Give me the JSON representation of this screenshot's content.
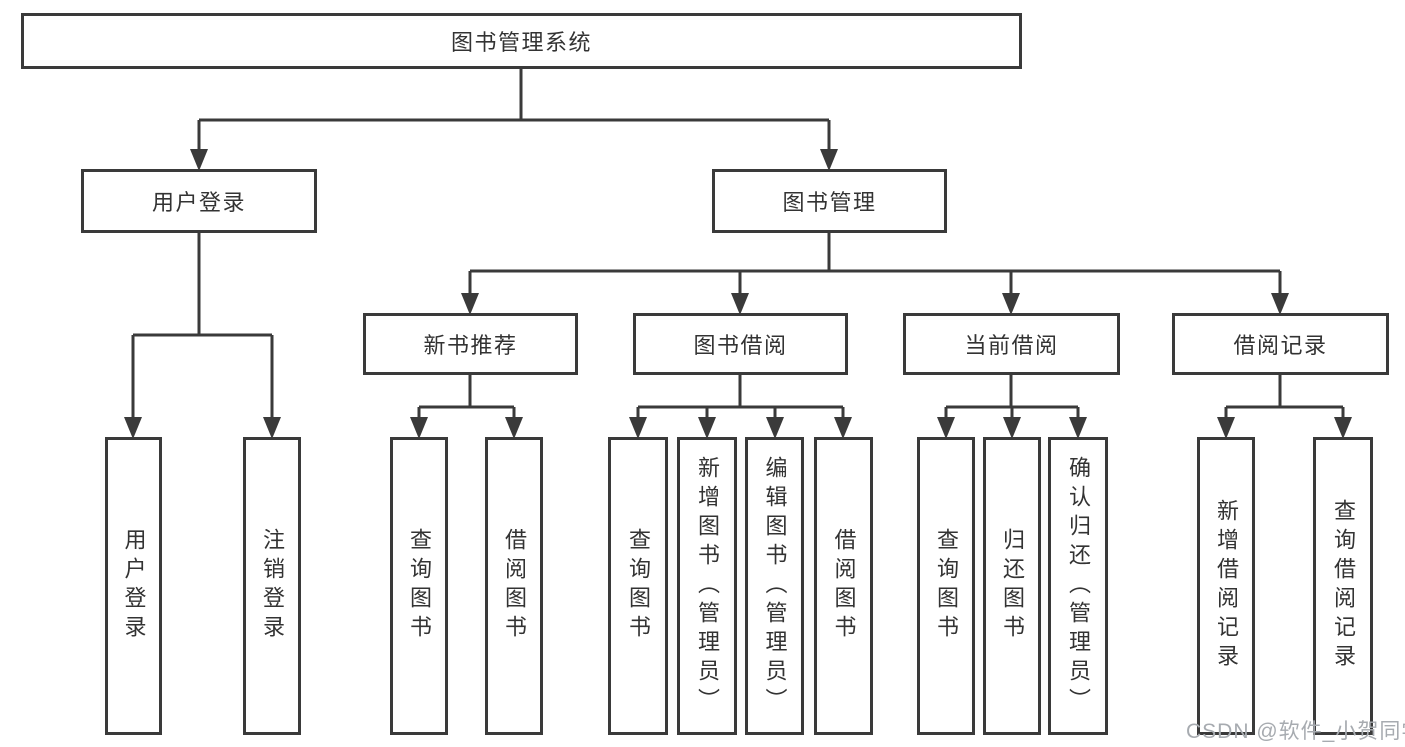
{
  "colors": {
    "line": "#3a3a3a",
    "text": "#333333",
    "background": "#ffffff",
    "watermark": "#a7abb0"
  },
  "diagram": {
    "type": "hierarchy-tree",
    "root": {
      "label": "图书管理系统"
    },
    "level2": [
      {
        "label": "用户登录"
      },
      {
        "label": "图书管理"
      }
    ],
    "level3": [
      {
        "label": "新书推荐",
        "parent": "图书管理"
      },
      {
        "label": "图书借阅",
        "parent": "图书管理"
      },
      {
        "label": "当前借阅",
        "parent": "图书管理"
      },
      {
        "label": "借阅记录",
        "parent": "图书管理"
      }
    ],
    "leaves": [
      {
        "label": "用户登录",
        "parent": "用户登录"
      },
      {
        "label": "注销登录",
        "parent": "用户登录"
      },
      {
        "label": "查询图书",
        "parent": "新书推荐"
      },
      {
        "label": "借阅图书",
        "parent": "新书推荐"
      },
      {
        "label": "查询图书",
        "parent": "图书借阅"
      },
      {
        "label": "新增图书（管理员）",
        "parent": "图书借阅"
      },
      {
        "label": "编辑图书（管理员）",
        "parent": "图书借阅"
      },
      {
        "label": "借阅图书",
        "parent": "图书借阅"
      },
      {
        "label": "查询图书",
        "parent": "当前借阅"
      },
      {
        "label": "归还图书",
        "parent": "当前借阅"
      },
      {
        "label": "确认归还（管理员）",
        "parent": "当前借阅"
      },
      {
        "label": "新增借阅记录",
        "parent": "借阅记录"
      },
      {
        "label": "查询借阅记录",
        "parent": "借阅记录"
      }
    ]
  },
  "watermark": {
    "text": "CSDN @软件_小贺同学"
  }
}
